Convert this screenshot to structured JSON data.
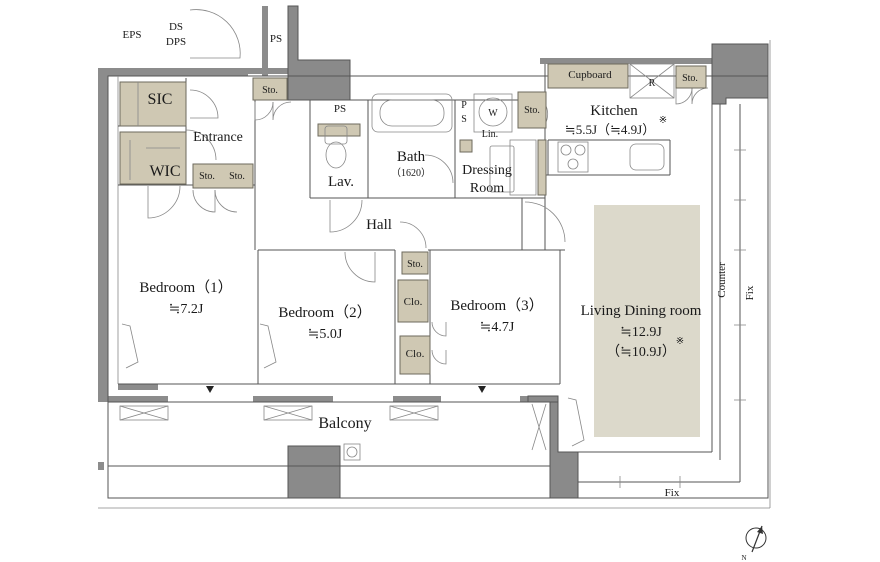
{
  "labels": {
    "eps": "EPS",
    "ds": "DS",
    "dps": "DPS",
    "ps_top": "PS",
    "ps_mid": "PS",
    "ps_v1": "P",
    "ps_v2": "S",
    "sic": "SIC",
    "wic": "WIC",
    "entrance": "Entrance",
    "sto_entrance": "Sto.",
    "sto_wic1": "Sto.",
    "sto_wic2": "Sto.",
    "sto_kitchen": "Sto.",
    "sto_corner": "Sto.",
    "sto_hall": "Sto.",
    "cupboard": "Cupboard",
    "fridge": "R",
    "washer": "W",
    "lin": "Lin.",
    "kitchen": "Kitchen",
    "kitchen_size": "≒5.5J（≒4.9J）",
    "kitchen_note": "※",
    "lav": "Lav.",
    "bath": "Bath",
    "bath_size": "（1620）",
    "dressing": "Dressing",
    "dressing2": "Room",
    "hall": "Hall",
    "bedroom1": "Bedroom（1）",
    "bedroom1_size": "≒7.2J",
    "bedroom2": "Bedroom（2）",
    "bedroom2_size": "≒5.0J",
    "bedroom3": "Bedroom（3）",
    "bedroom3_size": "≒4.7J",
    "clo1": "Clo.",
    "clo2": "Clo.",
    "living": "Living Dining room",
    "living_size": "≒12.9J",
    "living_size2": "（≒10.9J）",
    "living_note": "※",
    "counter": "Counter",
    "fix_right": "Fix",
    "fix_bottom": "Fix",
    "balcony": "Balcony",
    "north": "N"
  }
}
